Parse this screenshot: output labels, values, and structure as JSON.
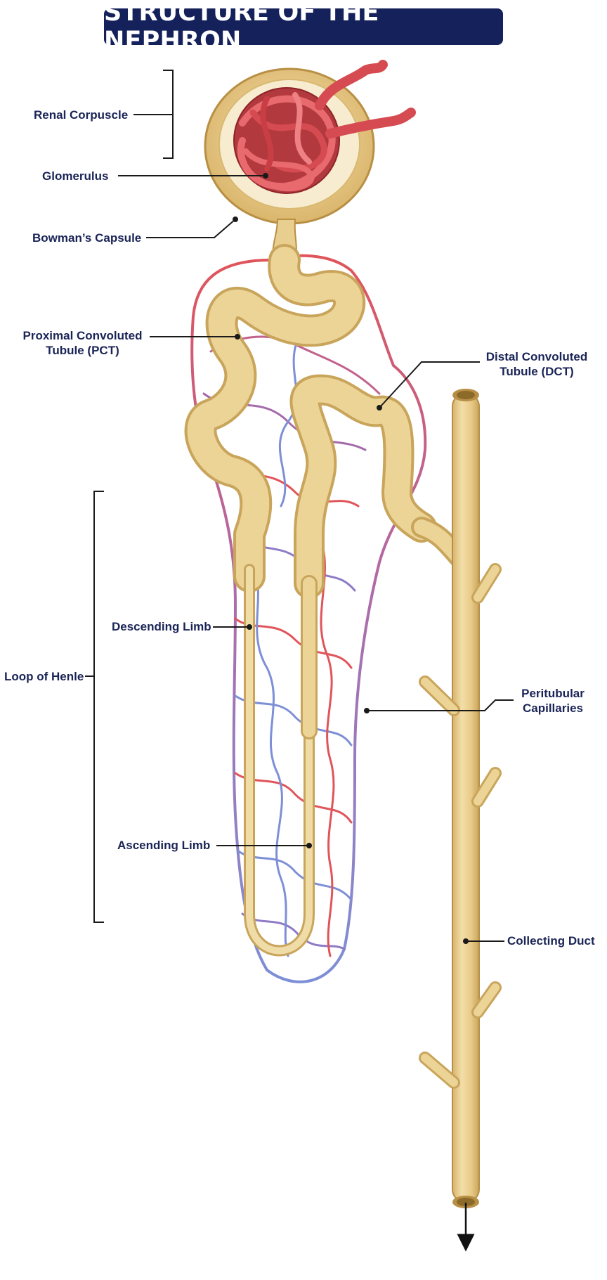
{
  "title": "STRUCTURE OF THE NEPHRON",
  "labels": {
    "renal_corpuscle": "Renal Corpuscle",
    "glomerulus": "Glomerulus",
    "bowmans_capsule": "Bowman’s Capsule",
    "pct_line1": "Proximal Convoluted",
    "pct_line2": "Tubule (PCT)",
    "dct_line1": "Distal Convoluted",
    "dct_line2": "Tubule (DCT)",
    "descending_limb": "Descending Limb",
    "loop_of_henle": "Loop of Henle",
    "peritubular_line1": "Peritubular",
    "peritubular_line2": "Capillaries",
    "ascending_limb": "Ascending Limb",
    "collecting_duct": "Collecting Duct"
  },
  "colors": {
    "title_bg": "#14215a",
    "label_text": "#1a2456",
    "tubule": "#e9cf8f",
    "tubule_outline": "#c9a55c",
    "artery": "#e0545a",
    "vein": "#7d8fd6"
  }
}
